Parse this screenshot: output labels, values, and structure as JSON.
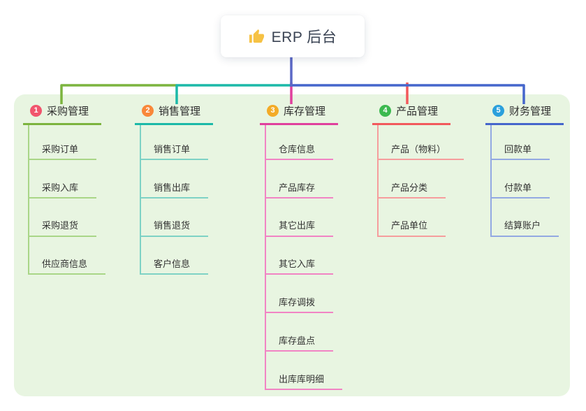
{
  "root": {
    "title": "ERP 后台",
    "icon": "thumbs-up-icon",
    "icon_color": "#f6c244"
  },
  "colors": {
    "root_line": "#5b68c6",
    "panel_bg": "#e8f5e1",
    "card_bg": "#ffffff",
    "root_text": "#3a4353",
    "node_text": "#2f2f2f",
    "child_text": "#333333"
  },
  "branches": [
    {
      "badge": "1",
      "label": "采购管理",
      "badge_color": "#f1556d",
      "color": "#7cb43e",
      "light_color": "#a9d687",
      "children": [
        "采购订单",
        "采购入库",
        "采购退货",
        "供应商信息"
      ]
    },
    {
      "badge": "2",
      "label": "销售管理",
      "badge_color": "#f9883a",
      "color": "#1cb9a8",
      "light_color": "#7ed2c5",
      "children": [
        "销售订单",
        "销售出库",
        "销售退货",
        "客户信息"
      ]
    },
    {
      "badge": "3",
      "label": "库存管理",
      "badge_color": "#f3ab27",
      "color": "#e0409d",
      "light_color": "#f184c4",
      "children": [
        "仓库信息",
        "产品库存",
        "其它出库",
        "其它入库",
        "库存调拨",
        "库存盘点",
        "出库库明细"
      ]
    },
    {
      "badge": "4",
      "label": "产品管理",
      "badge_color": "#3cb94f",
      "color": "#f2595c",
      "light_color": "#f69d9d",
      "children": [
        "产品（物料）",
        "产品分类",
        "产品单位"
      ]
    },
    {
      "badge": "5",
      "label": "财务管理",
      "badge_color": "#2ba0dc",
      "color": "#4566cc",
      "light_color": "#93a9e2",
      "children": [
        "回款单",
        "付款单",
        "结算账户"
      ]
    }
  ]
}
